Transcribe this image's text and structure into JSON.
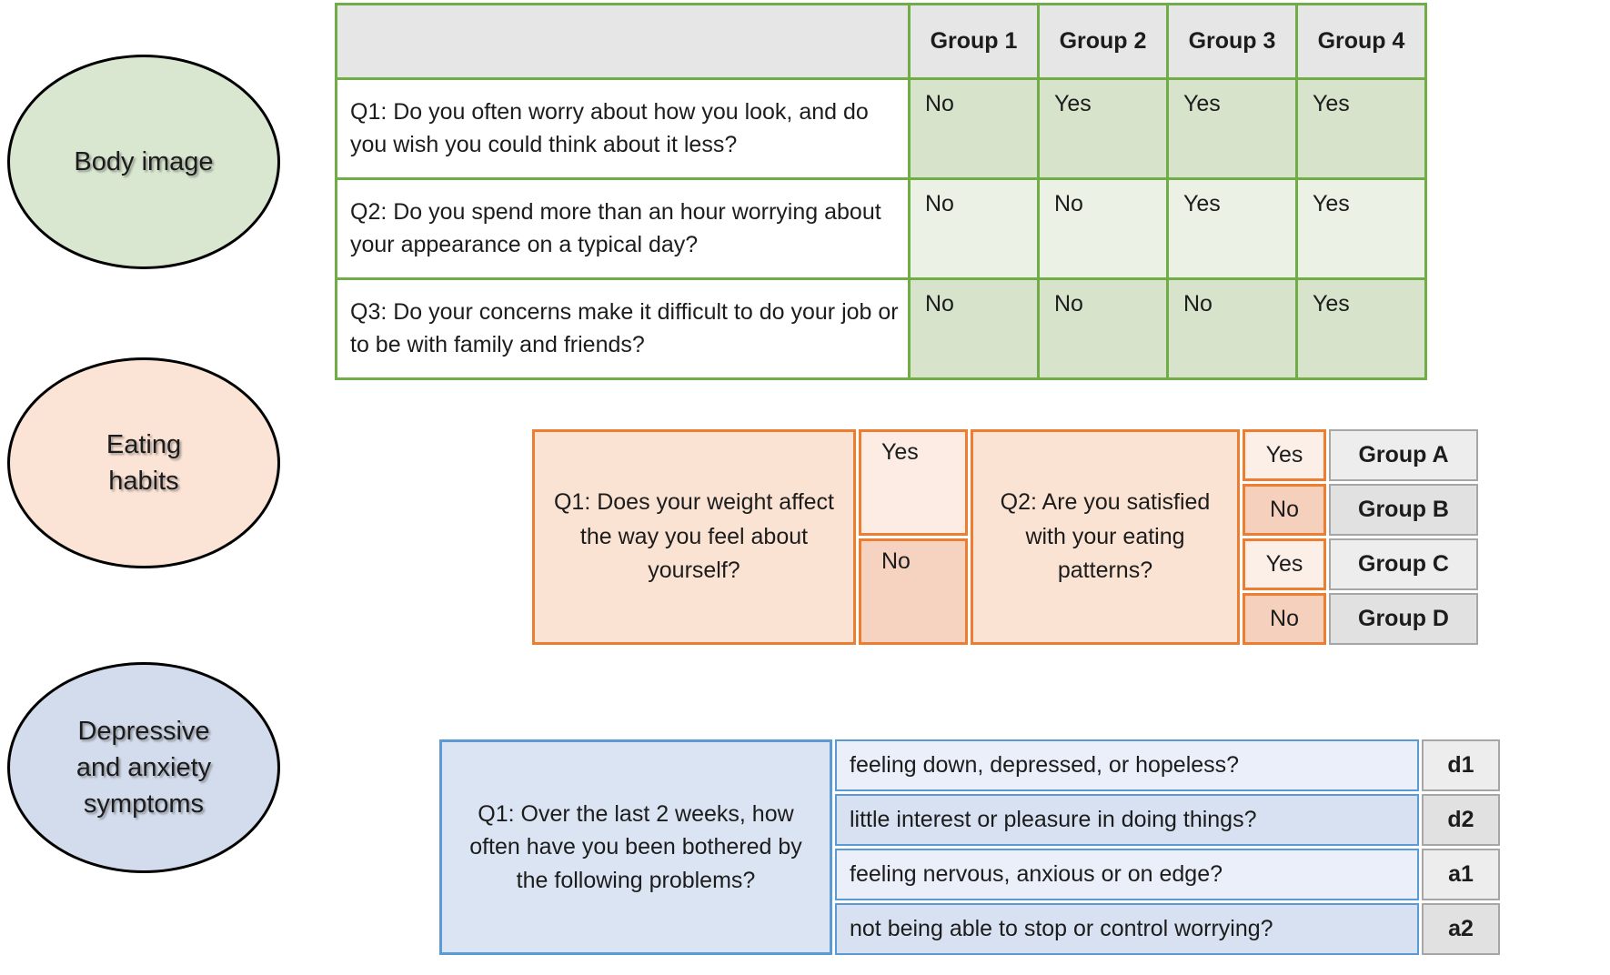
{
  "ellipses": {
    "body_image": {
      "label": "Body image",
      "fill": "#d9e7d0"
    },
    "eating_habits": {
      "label": "Eating\nhabits",
      "fill": "#fbe3d5"
    },
    "depressive": {
      "label": "Depressive\nand anxiety\nsymptoms",
      "fill": "#d3dcec"
    }
  },
  "body_image_table": {
    "headers": [
      "",
      "Group 1",
      "Group 2",
      "Group 3",
      "Group 4"
    ],
    "rows": [
      {
        "question": "Q1: Do you often worry about how you look, and do you wish you could think about it less?",
        "answers": [
          "No",
          "Yes",
          "Yes",
          "Yes"
        ]
      },
      {
        "question": "Q2: Do you spend more than an hour worrying about your appearance on a typical day?",
        "answers": [
          "No",
          "No",
          "Yes",
          "Yes"
        ]
      },
      {
        "question": "Q3: Do your concerns make it difficult to do your job or to be with family and friends?",
        "answers": [
          "No",
          "No",
          "No",
          "Yes"
        ]
      }
    ]
  },
  "eating_table": {
    "q1": "Q1: Does your weight affect the way you feel about yourself?",
    "q1_yes": "Yes",
    "q1_no": "No",
    "q2": "Q2: Are you satisfied with your eating patterns?",
    "q2_answers": [
      "Yes",
      "No",
      "Yes",
      "No"
    ],
    "groups": [
      "Group A",
      "Group B",
      "Group C",
      "Group D"
    ]
  },
  "depressive_table": {
    "q1": "Q1: Over the last 2 weeks, how often have you been bothered by the following problems?",
    "rows": [
      {
        "symptom": "feeling down, depressed, or hopeless?",
        "code": "d1"
      },
      {
        "symptom": "little interest or pleasure in doing things?",
        "code": "d2"
      },
      {
        "symptom": "feeling nervous, anxious or on edge?",
        "code": "a1"
      },
      {
        "symptom": "not being able to stop or control worrying?",
        "code": "a2"
      }
    ]
  },
  "colors": {
    "green_border": "#70ad47",
    "green_row_dark": "#d7e3cb",
    "green_row_light": "#ecf1e6",
    "header_gray": "#e7e6e6",
    "orange_border": "#ed7d31",
    "peach_cell": "#fbe3d3",
    "peach_yes": "#fcece3",
    "peach_no": "#f5d3c0",
    "gray_cell_light": "#eeeded",
    "gray_cell_dark": "#e2e1e1",
    "gray_border": "#a6a6a6",
    "blue_border": "#5b9bd5",
    "blue_q_cell": "#dbe4f3",
    "blue_row_light": "#eaeff9",
    "blue_row_dark": "#d7e1f1"
  }
}
